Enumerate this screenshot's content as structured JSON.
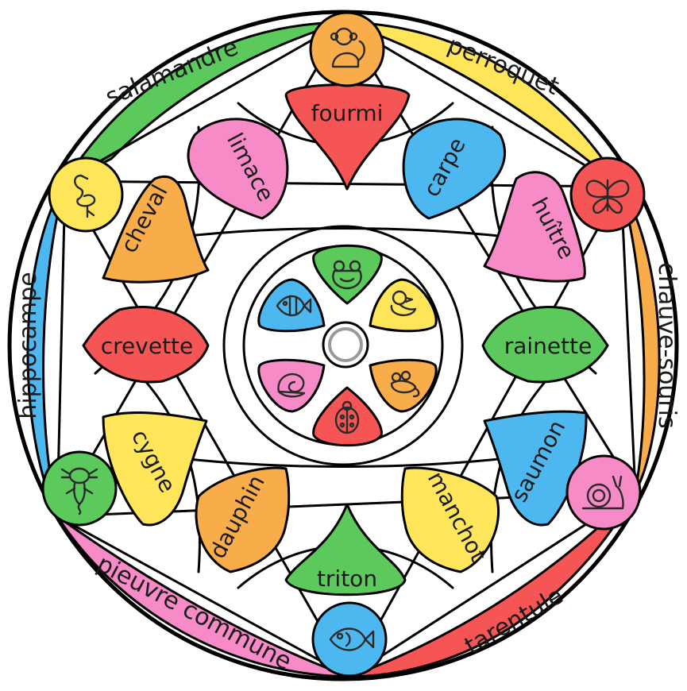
{
  "colors": {
    "green": "#5bc95b",
    "yellow": "#ffe55a",
    "blue": "#4db8f0",
    "orange": "#f9ac4a",
    "pink": "#f68bc8",
    "red": "#f55555"
  },
  "outer_ring": [
    {
      "label": "salamandre",
      "color": "green"
    },
    {
      "label": "perroquet",
      "color": "yellow"
    },
    {
      "label": "chauve-souris",
      "color": "orange"
    },
    {
      "label": "tarentule",
      "color": "red"
    },
    {
      "label": "pieuvre commune",
      "color": "pink"
    },
    {
      "label": "hippocampe",
      "color": "blue"
    }
  ],
  "ring_badges": [
    {
      "icon": "monkey-icon",
      "color": "orange"
    },
    {
      "icon": "butterfly-icon",
      "color": "red"
    },
    {
      "icon": "snail-icon",
      "color": "pink"
    },
    {
      "icon": "fish-icon",
      "color": "blue"
    },
    {
      "icon": "axolotl-icon",
      "color": "green"
    },
    {
      "icon": "flamingo-icon",
      "color": "yellow"
    }
  ],
  "middle_shapes": [
    {
      "label": "fourmi",
      "color": "red"
    },
    {
      "label": "carpe",
      "color": "blue"
    },
    {
      "label": "huître",
      "color": "pink"
    },
    {
      "label": "rainette",
      "color": "green"
    },
    {
      "label": "saumon",
      "color": "blue"
    },
    {
      "label": "manchot",
      "color": "yellow"
    },
    {
      "label": "triton",
      "color": "green"
    },
    {
      "label": "dauphin",
      "color": "orange"
    },
    {
      "label": "cygne",
      "color": "yellow"
    },
    {
      "label": "crevette",
      "color": "red"
    },
    {
      "label": "cheval",
      "color": "orange"
    },
    {
      "label": "limace",
      "color": "pink"
    }
  ],
  "inner_petals": [
    {
      "icon": "frog-icon",
      "color": "green"
    },
    {
      "icon": "duckling-icon",
      "color": "yellow"
    },
    {
      "icon": "mouse-icon",
      "color": "orange"
    },
    {
      "icon": "ladybug-icon",
      "color": "red"
    },
    {
      "icon": "nautilus-icon",
      "color": "pink"
    },
    {
      "icon": "tropical-fish-icon",
      "color": "blue"
    }
  ]
}
